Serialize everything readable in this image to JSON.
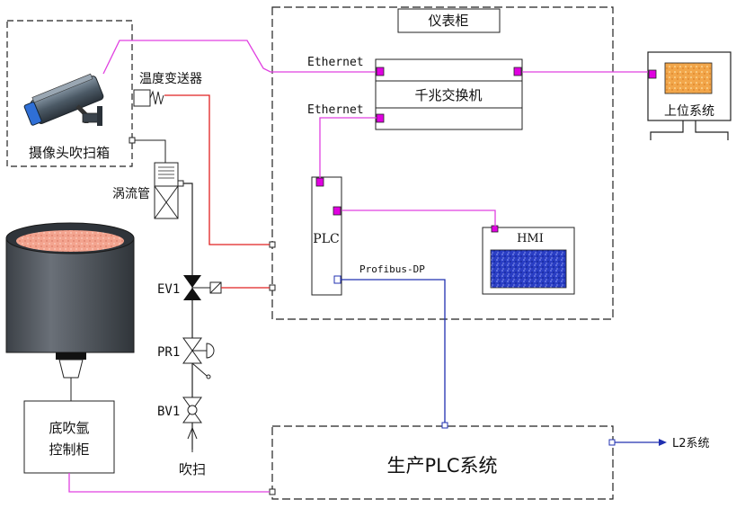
{
  "labels": {
    "cabinet": "仪表柜",
    "ethernet_top": "Ethernet",
    "ethernet_left": "Ethernet",
    "switch": "千兆交换机",
    "upper_system": "上位系统",
    "temp_transmitter": "温度变送器",
    "camera_box": "摄像头吹扫箱",
    "vortex_tube": "涡流管",
    "plc": "PLC",
    "hmi": "HMI",
    "profibus": "Profibus-DP",
    "ev1": "EV1",
    "pr1": "PR1",
    "bv1": "BV1",
    "purge": "吹扫",
    "bottom_argon_line1": "底吹氩",
    "bottom_argon_line2": "控制柜",
    "production_plc": "生产PLC系统",
    "l2": "L2系统"
  },
  "colors": {
    "ethernet_link": "#e040e0",
    "signal_link": "#e02020",
    "profibus_link": "#2030b0",
    "port_magenta": "#e000e0",
    "hmi_screen": "#2b3fc8",
    "monitor_screen": "#f0a040",
    "ladle_melt": "#f3a48f",
    "ladle_body": "#4a4f55"
  },
  "icons": [
    "camera-icon",
    "temperature-sensor-icon",
    "vortex-tube-icon",
    "solenoid-valve-icon",
    "pressure-regulator-icon",
    "ball-valve-icon",
    "ladle-icon",
    "monitor-icon"
  ]
}
